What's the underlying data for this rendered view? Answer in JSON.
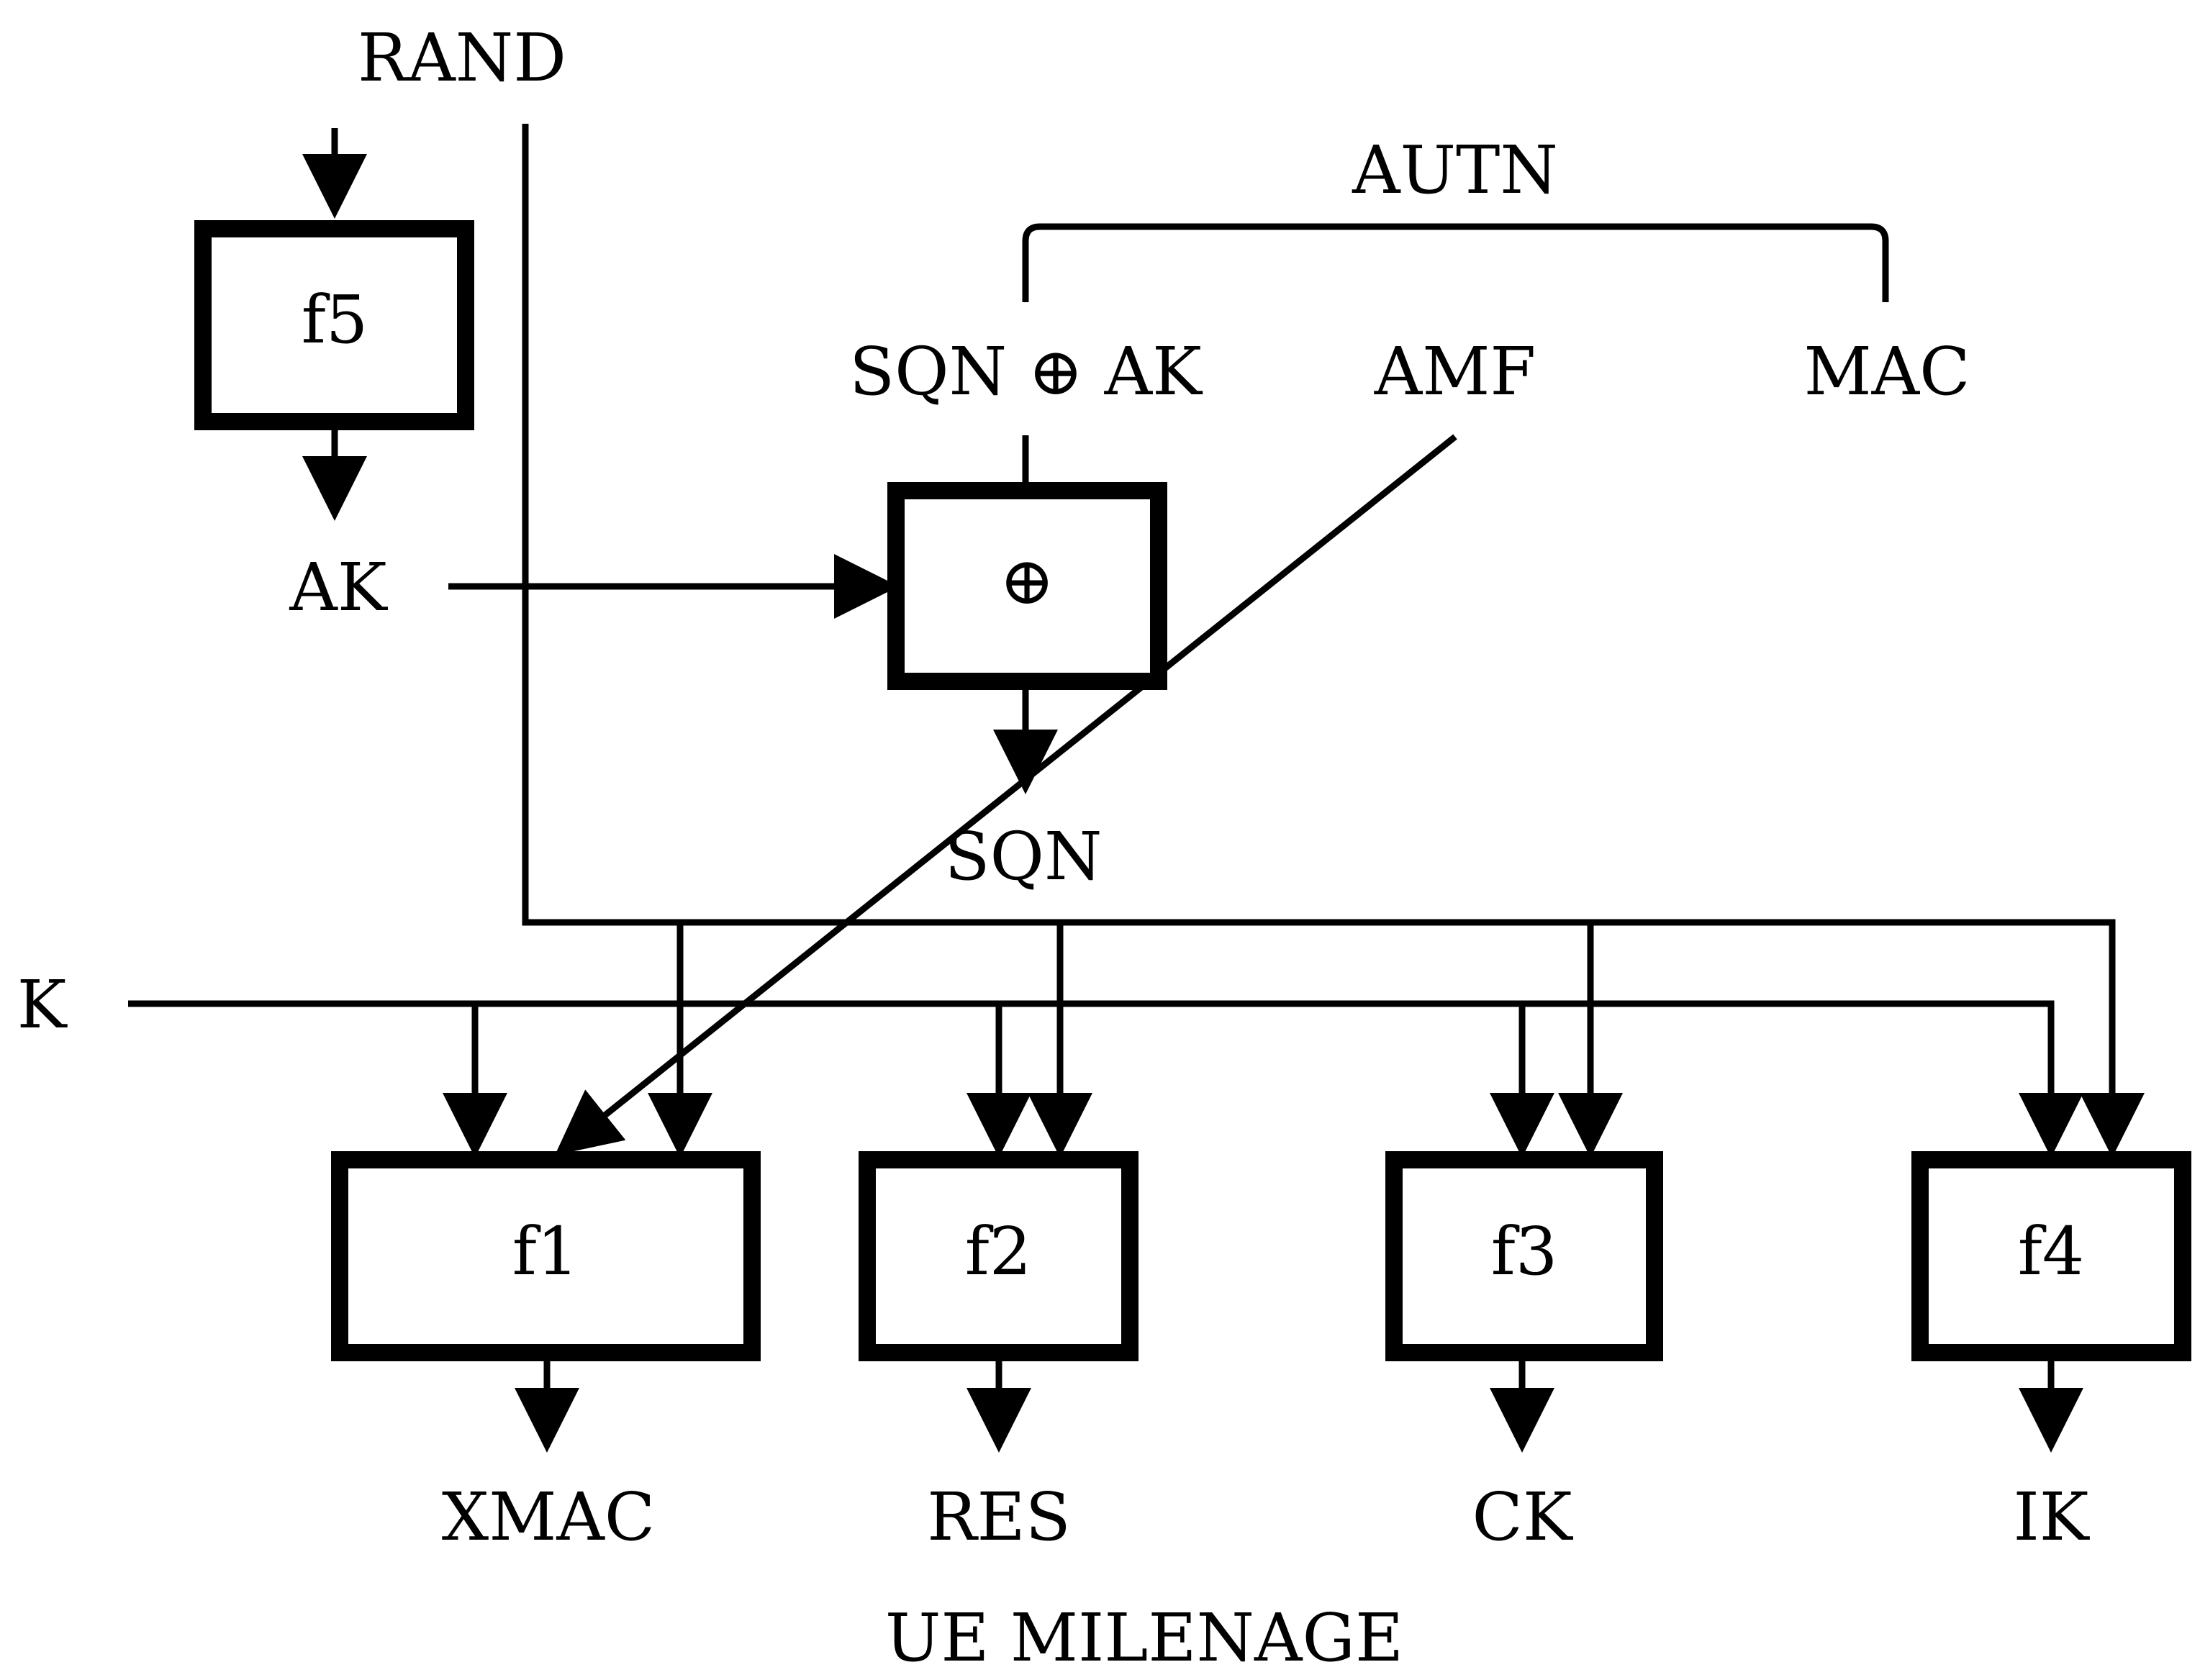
{
  "diagram": {
    "title": "UE MILENAGE",
    "inputs": {
      "rand": "RAND",
      "k": "K",
      "autn": "AUTN",
      "sqn_xor_ak": "SQN ⊕ AK",
      "amf": "AMF",
      "mac": "MAC"
    },
    "intermediates": {
      "ak": "AK",
      "sqn": "SQN"
    },
    "blocks": {
      "f5": "f5",
      "xor": "⊕",
      "f1": "f1",
      "f2": "f2",
      "f3": "f3",
      "f4": "f4"
    },
    "outputs": {
      "xmac": "XMAC",
      "res": "RES",
      "ck": "CK",
      "ik": "IK"
    },
    "colors": {
      "stroke": "#000000",
      "background": "#ffffff"
    }
  }
}
